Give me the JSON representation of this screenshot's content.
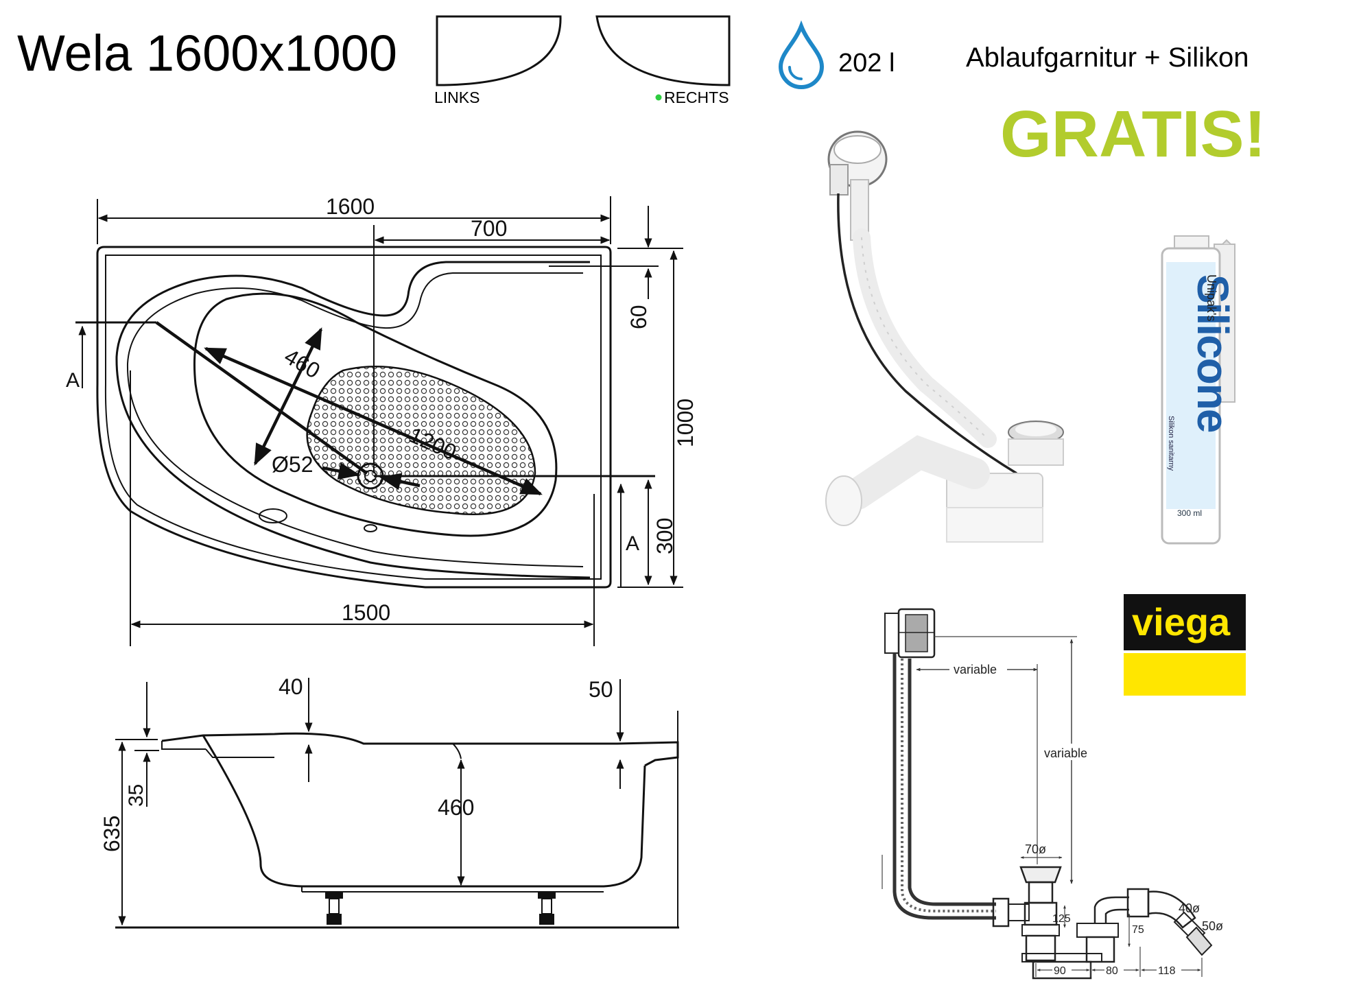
{
  "header": {
    "title": "Wela 1600x1000",
    "left_label": "LINKS",
    "right_label": "RECHTS",
    "volume": "202 l",
    "accessories": "Ablaufgarnitur + Silikon",
    "gratis": "GRATIS!"
  },
  "top_view": {
    "width_total": "1600",
    "width_partial": "700",
    "depth_total": "1000",
    "rim_offset": "60",
    "depth_partial": "300",
    "width_inner": "1500",
    "inner_width": "460",
    "inner_length": "1200",
    "drain_diameter": "Ø52",
    "section_marker": "A"
  },
  "side_view": {
    "rim_front": "40",
    "rim_back": "50",
    "rim_thickness": "35",
    "total_height": "635",
    "inner_depth": "460"
  },
  "product": {
    "brand": "viega",
    "silicone_brand": "Unipak's",
    "silicone_label": "Silicone",
    "silicone_sub": "Silikon sanitarny",
    "silicone_volume": "300 ml"
  },
  "drain_diagram": {
    "variable_h": "variable",
    "variable_v": "variable",
    "d70": "70ø",
    "d40": "40ø",
    "d50": "50ø",
    "h125": "125",
    "h75": "75",
    "w90": "90",
    "w80": "80",
    "w118": "118"
  },
  "colors": {
    "gratis": "#b2cc2d",
    "drop": "#1e88c8",
    "viega_yellow": "#ffe600",
    "viega_black": "#111111",
    "green_dot": "#2ecc40",
    "silicone_blue": "#1f5fa8"
  },
  "icons": [
    "water-drop-icon"
  ]
}
